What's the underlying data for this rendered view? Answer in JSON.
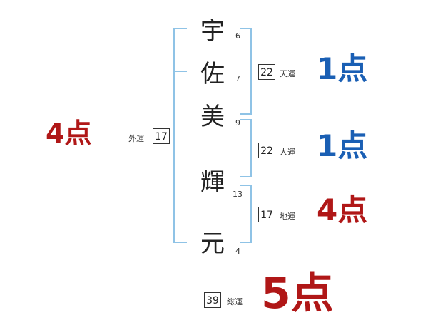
{
  "name_chars": [
    {
      "char": "宇",
      "strokes": "6"
    },
    {
      "char": "佐",
      "strokes": "7"
    },
    {
      "char": "美",
      "strokes": "9"
    },
    {
      "char": "輝",
      "strokes": "13"
    },
    {
      "char": "元",
      "strokes": "4"
    }
  ],
  "gaiun": {
    "label": "外運",
    "value": "17",
    "score": "4点"
  },
  "tenun": {
    "label": "天運",
    "value": "22",
    "score": "1点"
  },
  "jinun": {
    "label": "人運",
    "value": "22",
    "score": "1点"
  },
  "chiun": {
    "label": "地運",
    "value": "17",
    "score": "4点"
  },
  "souun": {
    "label": "総運",
    "value": "39",
    "score": "5点"
  },
  "colors": {
    "bracket": "#8fc3e6",
    "blue_score": "#1a5fb4",
    "red_score": "#b01717"
  }
}
